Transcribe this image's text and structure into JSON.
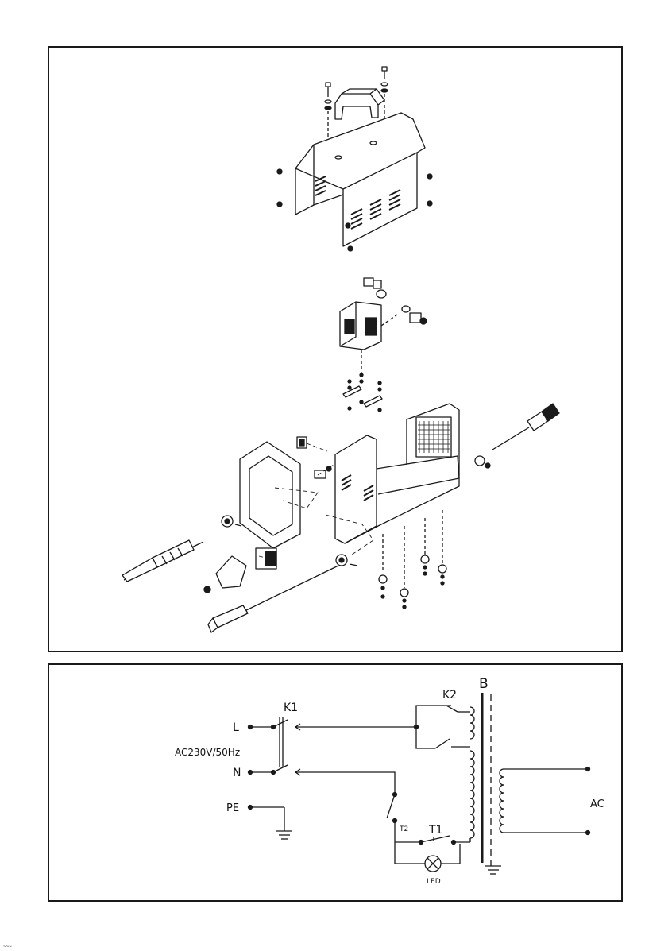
{
  "schematic": {
    "labels": {
      "k1": "K1",
      "k2": "K2",
      "b": "B",
      "l": "L",
      "n": "N",
      "pe": "PE",
      "supply": "AC230V/50Hz",
      "t1": "T1",
      "t2": "T2",
      "led": "LED",
      "ac": "AC"
    }
  },
  "page_marker": "~~~"
}
